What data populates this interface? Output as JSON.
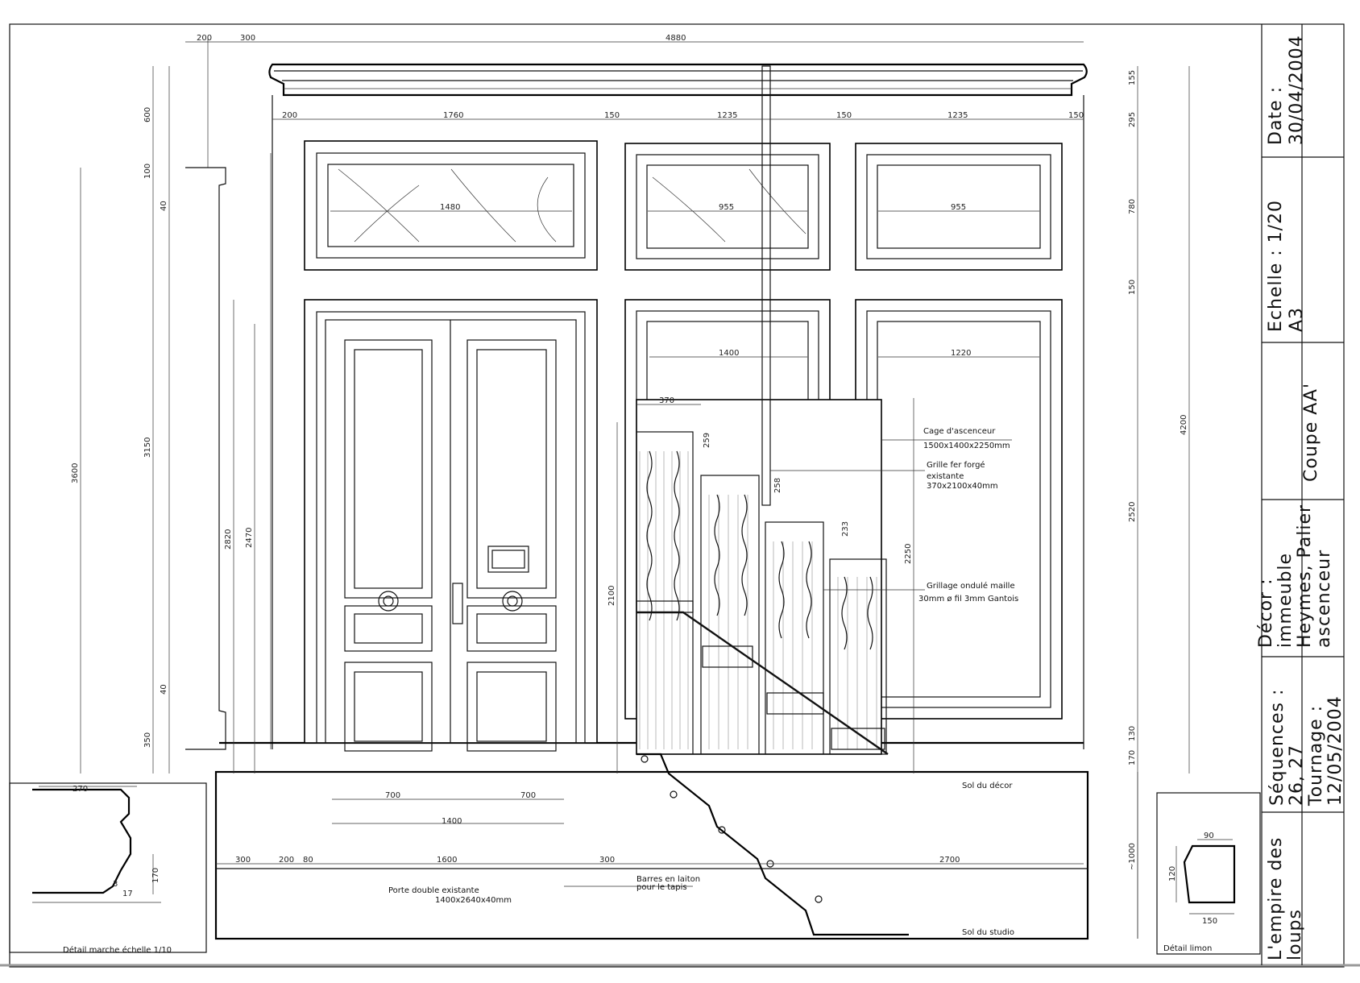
{
  "dimensions": {
    "top": [
      "200",
      "300",
      "4880"
    ],
    "panel_row": [
      "200",
      "1760",
      "150",
      "1235",
      "150",
      "1235",
      "150"
    ],
    "panels": [
      "1480",
      "955",
      "955",
      "1400",
      "1220"
    ],
    "left": [
      "600",
      "100",
      "40",
      "3600",
      "3150",
      "2820",
      "2470",
      "40",
      "350"
    ],
    "right": [
      "155",
      "295",
      "780",
      "150",
      "4200",
      "2520",
      "130",
      "170",
      "~1000"
    ],
    "cage": [
      "370",
      "259",
      "258",
      "233",
      "2250",
      "2100"
    ],
    "bottom": [
      "700",
      "700",
      "1400",
      "300",
      "200",
      "80",
      "1600",
      "300",
      "2700"
    ],
    "detail_step": [
      "270",
      "170",
      "17",
      "3"
    ],
    "detail_right": [
      "90",
      "120",
      "150"
    ]
  },
  "notes": {
    "cage_title": "Cage d'ascenceur",
    "cage_size": "1500x1400x2250mm",
    "grille_title": "Grille fer forgé",
    "grille_sub": "existante",
    "grille_size": "370x2100x40mm",
    "grillage_title": "Grillage ondulé maille",
    "grillage_sub": "30mm ø fil 3mm Gantois",
    "sol_decor": "Sol du décor",
    "sol_studio": "Sol du studio",
    "barres_1": "Barres en laiton",
    "barres_2": "pour le tapis",
    "porte_1": "Porte double existante",
    "porte_2": "1400x2640x40mm",
    "detail_marche": "Détail marche échelle 1/10",
    "detail_right": "Détail limon"
  },
  "title_block": {
    "date_label": "Date :",
    "date_value": "30/04/2004",
    "echelle_label": "Echelle : 1/20",
    "echelle_format": "A3",
    "coupe": "Coupe AA'",
    "decor_label": "Décor :",
    "decor_1": "immeuble",
    "decor_2": "Heymes, Palier",
    "decor_3": "ascenceur",
    "seq_label": "Séquences :",
    "seq_value": "26, 27",
    "tournage_label": "Tournage :",
    "tournage_value": "12/05/2004",
    "film_1": "L'empire des",
    "film_2": "loups"
  }
}
